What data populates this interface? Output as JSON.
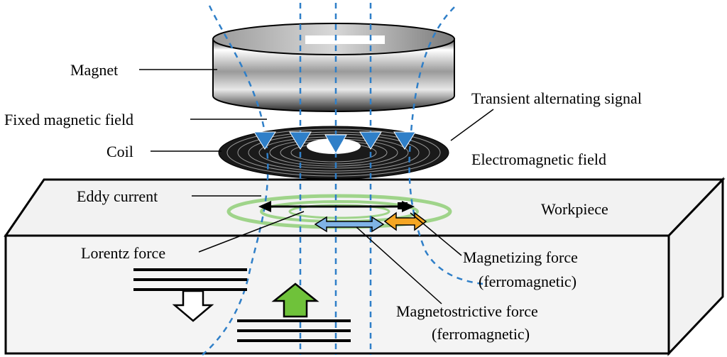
{
  "labels": {
    "magnet": "Magnet",
    "fixed_field": "Fixed magnetic field",
    "coil": "Coil",
    "transient_signal": "Transient alternating signal",
    "em_field": "Electromagnetic field",
    "eddy_current": "Eddy current",
    "workpiece": "Workpiece",
    "lorentz_force": "Lorentz force",
    "magnetizing_force": "Magnetizing force",
    "magnetizing_sub": "(ferromagnetic)",
    "magnetostrictive_force": "Magnetostrictive force",
    "magnetostrictive_sub": "(ferromagnetic)"
  },
  "colors": {
    "field_line": "#2f7fc8",
    "eddy_ring": "#9fd48a",
    "orange_arrow": "#f5a623",
    "blue_arrow": "#7fb3e6",
    "green_arrow": "#6fc23a",
    "block_stroke": "#000000"
  }
}
